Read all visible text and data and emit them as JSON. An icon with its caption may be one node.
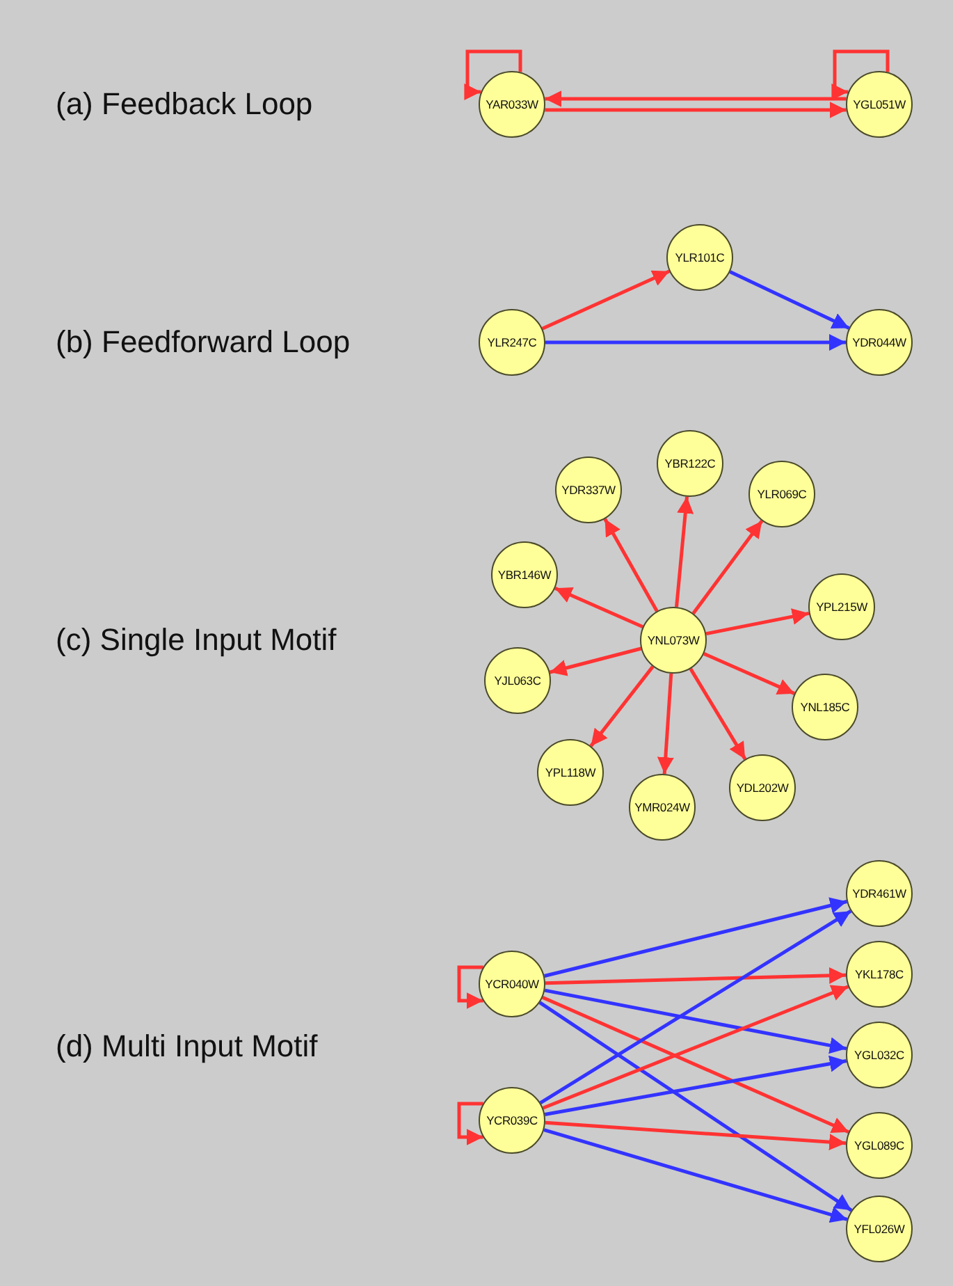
{
  "diagram": {
    "nodes": [
      {
        "text": [
          "YAR033W"
        ]
      },
      {
        "text": [
          "YGL051W"
        ]
      },
      {
        "text": [
          "YLR101C"
        ]
      },
      {
        "text": [
          "YLR247C"
        ]
      },
      {
        "text": [
          "YDR044W"
        ]
      },
      {
        "text": [
          "YBR122C"
        ]
      },
      {
        "text": [
          "YDR337W"
        ]
      },
      {
        "text": [
          "YLR069C"
        ]
      },
      {
        "text": [
          "YBR146W"
        ]
      },
      {
        "text": [
          "YPL215W"
        ]
      },
      {
        "text": [
          "YNL073W"
        ]
      },
      {
        "text": [
          "YJL063C"
        ]
      },
      {
        "text": [
          "YNL185C"
        ]
      },
      {
        "text": [
          "YPL118W"
        ]
      },
      {
        "text": [
          "YDL202W"
        ]
      },
      {
        "text": [
          "YMR024W"
        ]
      },
      {
        "text": [
          "YDR461W"
        ]
      },
      {
        "text": [
          "YKL178C"
        ]
      },
      {
        "text": [
          "YCR040W"
        ]
      },
      {
        "text": [
          "YGL032C"
        ]
      },
      {
        "text": [
          "YCR039C"
        ]
      },
      {
        "text": [
          "YGL089C"
        ]
      },
      {
        "text": [
          "YFL026W"
        ]
      }
    ],
    "edges": [
      {
        "from": 0,
        "to": 0,
        "arrow": "to"
      },
      {
        "from": 1,
        "to": 1,
        "arrow": "to"
      },
      {
        "from": 0,
        "to": 1,
        "arrow": "to"
      },
      {
        "from": 1,
        "to": 0,
        "arrow": "to"
      },
      {
        "from": 3,
        "to": 2,
        "arrow": "to"
      },
      {
        "from": 2,
        "to": 4,
        "arrow": "to",
        "color": "#3333ff"
      },
      {
        "from": 3,
        "to": 4,
        "arrow": "to",
        "color": "#3333ff"
      },
      {
        "from": 10,
        "to": 5,
        "arrow": "to"
      },
      {
        "from": 10,
        "to": 6,
        "arrow": "to"
      },
      {
        "from": 10,
        "to": 7,
        "arrow": "to"
      },
      {
        "from": 10,
        "to": 8,
        "arrow": "to"
      },
      {
        "from": 10,
        "to": 9,
        "arrow": "to"
      },
      {
        "from": 10,
        "to": 11,
        "arrow": "to"
      },
      {
        "from": 10,
        "to": 12,
        "arrow": "to"
      },
      {
        "from": 10,
        "to": 13,
        "arrow": "to"
      },
      {
        "from": 10,
        "to": 14,
        "arrow": "to"
      },
      {
        "from": 10,
        "to": 15,
        "arrow": "to"
      },
      {
        "from": 18,
        "to": 18,
        "arrow": "to"
      },
      {
        "from": 20,
        "to": 20,
        "arrow": "to"
      },
      {
        "from": 18,
        "to": 16,
        "arrow": "to",
        "color": "#3333ff"
      },
      {
        "from": 18,
        "to": 17,
        "arrow": "to"
      },
      {
        "from": 18,
        "to": 19,
        "arrow": "to",
        "color": "#3333ff"
      },
      {
        "from": 18,
        "to": 21,
        "arrow": "to"
      },
      {
        "from": 18,
        "to": 22,
        "arrow": "to",
        "color": "#3333ff"
      },
      {
        "from": 20,
        "to": 16,
        "arrow": "to",
        "color": "#3333ff"
      },
      {
        "from": 20,
        "to": 17,
        "arrow": "to"
      },
      {
        "from": 20,
        "to": 19,
        "arrow": "to",
        "color": "#3333ff"
      },
      {
        "from": 20,
        "to": 21,
        "arrow": "to"
      },
      {
        "from": 20,
        "to": 22,
        "arrow": "to",
        "color": "#3333ff"
      }
    ],
    "labels": [
      "(a) Feedback Loop",
      "(b) Feedforward Loop",
      "(c) Single Input Motif",
      "(d) Multi Input Motif"
    ]
  }
}
